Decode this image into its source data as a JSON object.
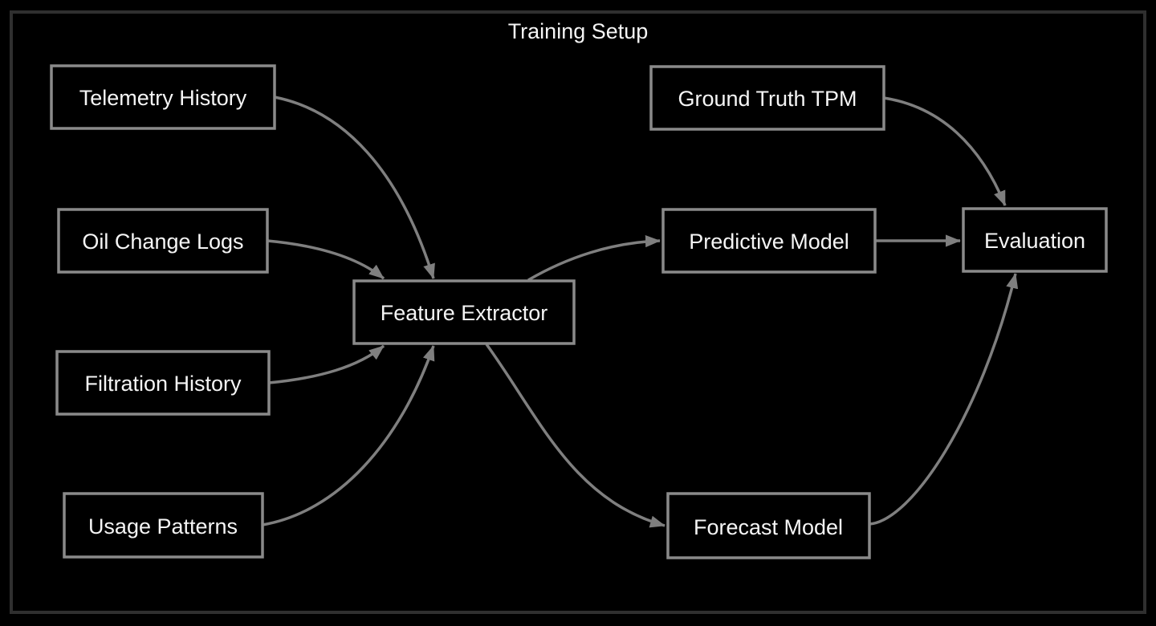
{
  "diagram": {
    "title": "Training Setup",
    "nodes": {
      "telemetry": {
        "label": "Telemetry History"
      },
      "oil_change": {
        "label": "Oil Change Logs"
      },
      "filtration": {
        "label": "Filtration History"
      },
      "usage": {
        "label": "Usage Patterns"
      },
      "feature": {
        "label": "Feature Extractor"
      },
      "ground_truth": {
        "label": "Ground Truth TPM"
      },
      "predictive": {
        "label": "Predictive Model"
      },
      "forecast": {
        "label": "Forecast Model"
      },
      "evaluation": {
        "label": "Evaluation"
      }
    },
    "edges": [
      {
        "from": "telemetry",
        "to": "feature"
      },
      {
        "from": "oil_change",
        "to": "feature"
      },
      {
        "from": "filtration",
        "to": "feature"
      },
      {
        "from": "usage",
        "to": "feature"
      },
      {
        "from": "feature",
        "to": "predictive"
      },
      {
        "from": "feature",
        "to": "forecast"
      },
      {
        "from": "predictive",
        "to": "evaluation"
      },
      {
        "from": "ground_truth",
        "to": "evaluation"
      },
      {
        "from": "forecast",
        "to": "evaluation"
      }
    ],
    "colors": {
      "background": "#000000",
      "outer_border": "#2f2f2f",
      "node_border": "#8a8a8a",
      "edge": "#7f7f7f",
      "text": "#f5f5f5"
    }
  }
}
